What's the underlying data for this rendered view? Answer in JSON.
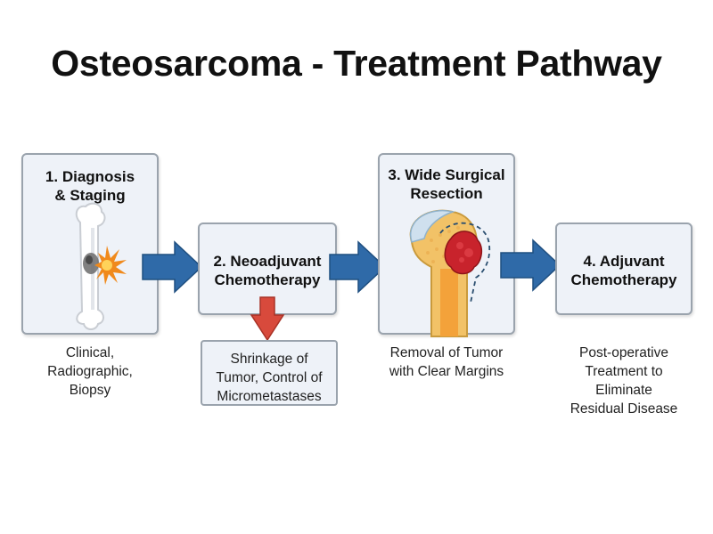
{
  "title": "Osteosarcoma - Treatment Pathway",
  "steps": [
    {
      "label": "1. Diagnosis\n& Staging",
      "caption": "Clinical,\nRadiographic,\nBiopsy"
    },
    {
      "label": "2. Neoadjuvant\nChemotherapy",
      "outcome": "Shrinkage of\nTumor, Control of\nMicrometastases"
    },
    {
      "label": "3. Wide Surgical\nResection",
      "caption": "Removal of Tumor\nwith Clear Margins"
    },
    {
      "label": "4. Adjuvant\nChemotherapy",
      "caption": "Post-operative\nTreatment to\nEliminate\nResidual Disease"
    }
  ],
  "colors": {
    "arrow_blue": "#2f6aa8",
    "arrow_red": "#d84a3c",
    "box_fill": "#eef2f8",
    "box_border": "#9aa3ad",
    "tumor_red": "#c8232c",
    "burst_orange": "#f08a1c"
  },
  "icons": [
    "bone-icon",
    "burst-icon",
    "femur-cross-section-icon"
  ]
}
